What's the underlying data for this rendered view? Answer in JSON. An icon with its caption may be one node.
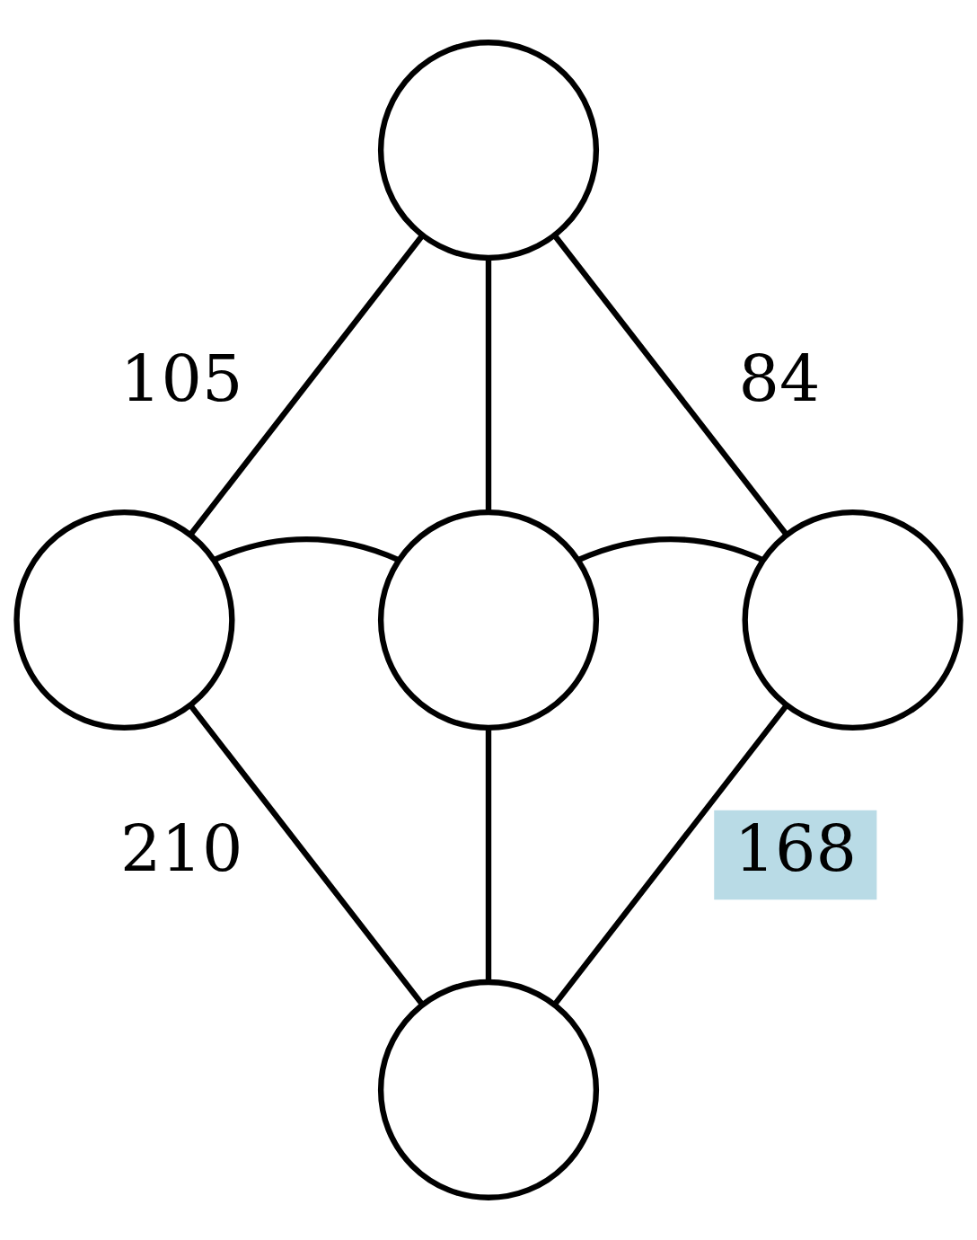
{
  "diagram": {
    "nodes": [
      {
        "text": [],
        "shape": "circle"
      },
      {
        "text": [],
        "shape": "circle"
      },
      {
        "text": [],
        "shape": "circle"
      },
      {
        "text": [],
        "shape": "circle"
      },
      {
        "text": [],
        "shape": "circle"
      }
    ],
    "edges": [
      {
        "from": 0,
        "to": 1,
        "arrow": "none"
      },
      {
        "from": 0,
        "to": 2,
        "arrow": "none"
      },
      {
        "from": 0,
        "to": 3,
        "arrow": "none"
      },
      {
        "from": 1,
        "to": 2,
        "arrow": "none"
      },
      {
        "from": 2,
        "to": 3,
        "arrow": "none"
      },
      {
        "from": 1,
        "to": 4,
        "arrow": "none"
      },
      {
        "from": 2,
        "to": 4,
        "arrow": "none"
      },
      {
        "from": 3,
        "to": 4,
        "arrow": "none"
      }
    ],
    "labels": [
      "105",
      "84",
      "210",
      "168"
    ]
  }
}
